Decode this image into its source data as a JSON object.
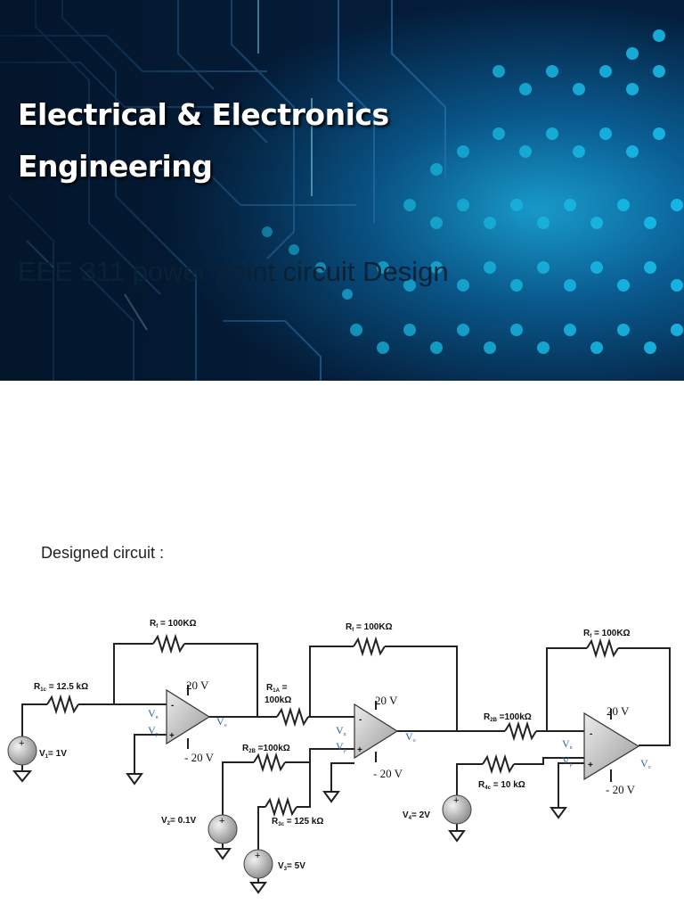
{
  "banner": {
    "title": "Electrical & Electronics\nEngineering",
    "subtitle": "EEE 311 power point circuit Design"
  },
  "section": {
    "label": "Designed circuit :"
  },
  "circuit": {
    "stage1": {
      "rf": "R",
      "rf_sub": "f",
      "rf_val": " = 100KΩ",
      "r1": "R",
      "r1_sub": "1c",
      "r1_val": " = 12.5 kΩ",
      "v1": "V",
      "v1_sub": "1",
      "v1_val": "= 1V",
      "vplus": "20 V",
      "vminus": "- 20 V"
    },
    "stage2": {
      "rf": "R",
      "rf_sub": "f",
      "rf_val": " = 100KΩ",
      "r1a": "R",
      "r1a_sub": "1A",
      "r1a_val": " =",
      "r1a_val2": "100kΩ",
      "r2b": "R",
      "r2b_sub": "2B",
      "r2b_val": " =100kΩ",
      "r3c": "R",
      "r3c_sub": "3c",
      "r3c_val": " = 125 kΩ",
      "v2": "V",
      "v2_sub": "2",
      "v2_val": "= 0.1V",
      "v3": "V",
      "v3_sub": "3",
      "v3_val": "= 5V",
      "vplus": "20 V",
      "vminus": "- 20 V"
    },
    "stage3": {
      "rf": "R",
      "rf_sub": "f",
      "rf_val": " = 100KΩ",
      "r2b": "R",
      "r2b_sub": "2B",
      "r2b_val": " =100kΩ",
      "r4c": "R",
      "r4c_sub": "4c",
      "r4c_val": " = 10 kΩ",
      "v4": "V",
      "v4_sub": "4",
      "v4_val": "= 2V",
      "vplus": "20 V",
      "vminus": "- 20 V"
    },
    "opamp_tags": {
      "vn": "V",
      "vn_sub": "n",
      "vp": "V",
      "vp_sub": "p",
      "vo": "V",
      "vo_sub": "o",
      "minus": "-",
      "plus": "+"
    }
  }
}
